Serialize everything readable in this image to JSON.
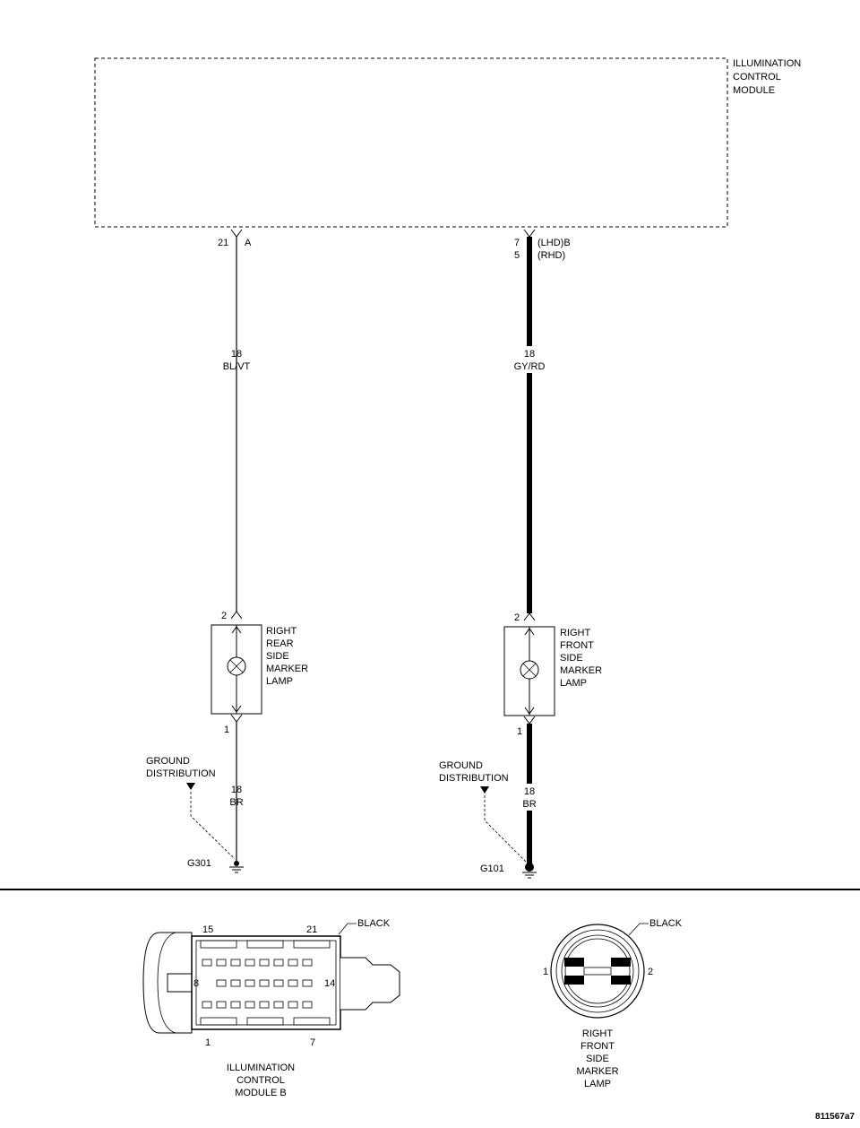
{
  "module": {
    "name_lines": [
      "ILLUMINATION",
      "CONTROL",
      "MODULE"
    ]
  },
  "circuits": {
    "rear": {
      "pin_top": "21",
      "connector_top": "A",
      "gauge": "18",
      "color": "BL/VT",
      "lamp_pin_in": "2",
      "lamp_name_lines": [
        "RIGHT",
        "REAR",
        "SIDE",
        "MARKER",
        "LAMP"
      ],
      "lamp_pin_out": "1",
      "ground_gauge": "18",
      "ground_color": "BR",
      "ground_label_lines": [
        "GROUND",
        "DISTRIBUTION"
      ],
      "ground_id": "G301"
    },
    "front": {
      "pin_top": "7",
      "connector_top": "(LHD)B",
      "pin_top_alt": "5",
      "connector_top_alt": "(RHD)",
      "gauge": "18",
      "color": "GY/RD",
      "lamp_pin_in": "2",
      "lamp_name_lines": [
        "RIGHT",
        "FRONT",
        "SIDE",
        "MARKER",
        "LAMP"
      ],
      "lamp_pin_out": "1",
      "ground_gauge": "18",
      "ground_color": "BR",
      "ground_label_lines": [
        "GROUND",
        "DISTRIBUTION"
      ],
      "ground_id": "G101"
    }
  },
  "connector_views": {
    "module_b": {
      "color": "BLACK",
      "pins": {
        "top_left": "15",
        "top_right": "21",
        "mid_left": "8",
        "mid_right": "14",
        "bottom_left": "1",
        "bottom_right": "7"
      },
      "name_lines": [
        "ILLUMINATION",
        "CONTROL",
        "MODULE B"
      ]
    },
    "lamp": {
      "color": "BLACK",
      "pins": {
        "left": "1",
        "right": "2"
      },
      "name_lines": [
        "RIGHT",
        "FRONT",
        "SIDE",
        "MARKER",
        "LAMP"
      ]
    }
  },
  "figure_id": "811567a7"
}
